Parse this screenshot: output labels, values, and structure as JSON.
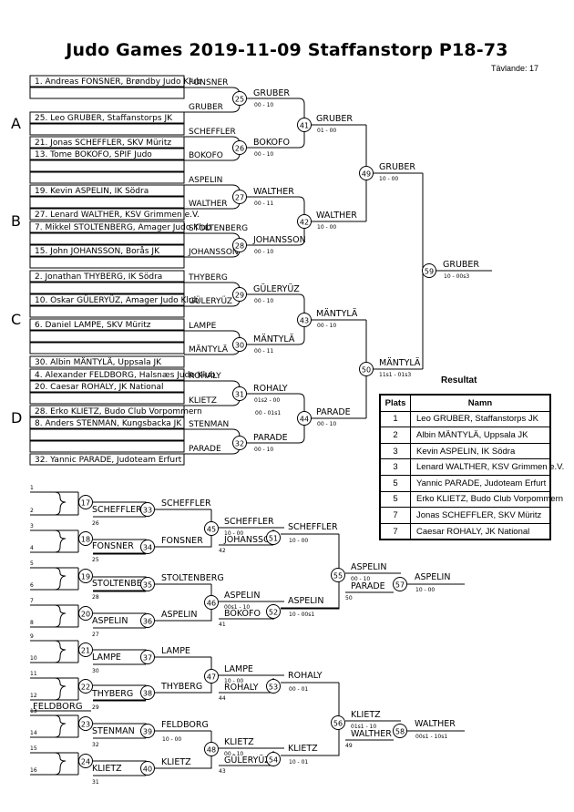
{
  "header": {
    "title": "Judo Games  2019-11-09  Staffanstorp   P18-73",
    "participants": "Tävlande: 17"
  },
  "pools": [
    "A",
    "B",
    "C",
    "D"
  ],
  "entries": [
    "1. Andreas FONSNER, Brøndby Judo Klub",
    "25. Leo GRUBER, Staffanstorps JK",
    "21. Jonas SCHEFFLER, SKV Müritz",
    "13. Tome BOKOFO, SPIF Judo",
    "19. Kevin ASPELIN, IK Södra",
    "27. Lenard WALTHER, KSV Grimmen e.V.",
    "7. Mikkel STOLTENBERG, Amager Judo Klub",
    "15. John JOHANSSON, Borås JK",
    "2. Jonathan THYBERG, IK Södra",
    "10. Oskar GÜLERYÜZ, Amager Judo Klub",
    "6. Daniel LAMPE, SKV Müritz",
    "30. Albin MÄNTYLÄ, Uppsala JK",
    "4. Alexander FELDBORG, Halsnæs Judo Klub",
    "20. Caesar ROHALY, JK National",
    "28. Erko KLIETZ, Budo Club Vorpommern",
    "8. Anders STENMAN, Kungsbacka JK",
    "32. Yannic PARADE, Judoteam Erfurt"
  ],
  "main_names": [
    "FONSNER",
    "GRUBER",
    "SCHEFFLER",
    "BOKOFO",
    "ASPELIN",
    "WALTHER",
    "STOLTENBERG",
    "JOHANSSON",
    "THYBERG",
    "GÜLERYÜZ",
    "LAMPE",
    "MÄNTYLÄ",
    "ROHALY",
    "KLIETZ",
    "STENMAN",
    "PARADE"
  ],
  "main_matches": [
    {
      "no": "25",
      "winner": "GRUBER",
      "score": "00 - 10"
    },
    {
      "no": "26",
      "winner": "BOKOFO",
      "score": "00 - 10"
    },
    {
      "no": "27",
      "winner": "WALTHER",
      "score": "00 - 11"
    },
    {
      "no": "28",
      "winner": "JOHANSSON",
      "score": "00 - 10"
    },
    {
      "no": "29",
      "winner": "GÜLERYÜZ",
      "score": "00 - 10"
    },
    {
      "no": "30",
      "winner": "MÄNTYLÄ",
      "score": "00 - 11"
    },
    {
      "no": "31",
      "winner": "ROHALY",
      "score": "01s2 - 00"
    },
    {
      "no": "32",
      "winner": "PARADE",
      "score": "00 - 10"
    },
    {
      "no": "41",
      "winner": "GRUBER",
      "score": "01 - 00"
    },
    {
      "no": "42",
      "winner": "WALTHER",
      "score": "10 - 00"
    },
    {
      "no": "43",
      "winner": "MÄNTYLÄ",
      "score": "00 - 10"
    },
    {
      "no": "44",
      "winner": "PARADE",
      "score": "00 - 10"
    },
    {
      "no": "49",
      "winner": "GRUBER",
      "score": "10 - 00"
    },
    {
      "no": "50",
      "winner": "MÄNTYLÄ",
      "score": "11s1 - 01s3"
    },
    {
      "no": "59",
      "winner": "GRUBER",
      "score": "10 - 00s3"
    }
  ],
  "main_notes": {
    "m31_extra": "00 - 01s1"
  },
  "repechage": {
    "seeds": [
      "1",
      "2",
      "3",
      "4",
      "5",
      "6",
      "7",
      "8",
      "9",
      "10",
      "11",
      "12",
      "13",
      "14",
      "15",
      "16"
    ],
    "r1_refs": [
      "26",
      "25",
      "28",
      "27",
      "30",
      "29",
      "32",
      "31"
    ],
    "r1_names": [
      "SCHEFFLER",
      "FONSNER",
      "STOLTENBERG",
      "ASPELIN",
      "LAMPE",
      "THYBERG",
      "STENMAN",
      "KLIETZ"
    ],
    "r1_nums": [
      "17",
      "18",
      "19",
      "20",
      "21",
      "22",
      "23",
      "24"
    ],
    "feldborg": "FELDBORG",
    "r2": [
      {
        "no": "33",
        "top": "SCHEFFLER",
        "name": "SCHEFFLER"
      },
      {
        "no": "34",
        "top": "FONSNER",
        "name": "FONSNER"
      },
      {
        "no": "35",
        "top": "STOLTENBERG",
        "name": "STOLTENBERG"
      },
      {
        "no": "36",
        "top": "ASPELIN",
        "name": "ASPELIN"
      },
      {
        "no": "37",
        "top": "LAMPE",
        "name": "LAMPE"
      },
      {
        "no": "38",
        "top": "THYBERG",
        "name": "THYBERG"
      },
      {
        "no": "39",
        "top": "FELDBORG",
        "name": "FELDBORG",
        "score": "10 - 00"
      },
      {
        "no": "40",
        "top": "KLIETZ",
        "name": "KLIETZ"
      }
    ],
    "r3": [
      {
        "no": "45",
        "top": "SCHEFFLER",
        "sc1": "10 - 00",
        "bot": "JOHANSSON",
        "ref": "42"
      },
      {
        "no": "46",
        "top": "ASPELIN",
        "sc1": "00s1 - 10",
        "bot": "BOKOFO",
        "ref": "41"
      },
      {
        "no": "47",
        "top": "LAMPE",
        "sc1": "10 - 00",
        "bot": "ROHALY",
        "ref": "44"
      },
      {
        "no": "48",
        "top": "KLIETZ",
        "sc1": "00 - 10",
        "bot": "GÜLERYÜZ",
        "ref": "43"
      }
    ],
    "r4": [
      {
        "no": "51",
        "name": "SCHEFFLER",
        "score": "10 - 00"
      },
      {
        "no": "52",
        "name": "ASPELIN",
        "score": "10 - 00s1"
      },
      {
        "no": "53",
        "name": "ROHALY",
        "score": "00 - 01"
      },
      {
        "no": "54",
        "name": "KLIETZ",
        "score": "10 - 01"
      }
    ],
    "bronze": [
      {
        "no": "55",
        "top": "ASPELIN",
        "sc1": "00 - 10",
        "bot": "PARADE",
        "ref": "50"
      },
      {
        "no": "56",
        "top": "KLIETZ",
        "sc1": "01s1 - 10",
        "bot": "WALTHER",
        "ref": "49"
      }
    ],
    "finals": [
      {
        "no": "57",
        "name": "ASPELIN",
        "score": "10 - 00"
      },
      {
        "no": "58",
        "name": "WALTHER",
        "score": "00s1 - 10s1"
      }
    ]
  },
  "results": {
    "title": "Resultat",
    "headers": {
      "plats": "Plats",
      "namn": "Namn"
    },
    "rows": [
      {
        "place": "1",
        "name": "Leo GRUBER, Staffanstorps JK"
      },
      {
        "place": "2",
        "name": "Albin MÄNTYLÄ, Uppsala JK"
      },
      {
        "place": "3",
        "name": "Kevin ASPELIN, IK Södra"
      },
      {
        "place": "3",
        "name": "Lenard WALTHER, KSV Grimmen e.V."
      },
      {
        "place": "5",
        "name": "Yannic PARADE, Judoteam Erfurt"
      },
      {
        "place": "5",
        "name": "Erko KLIETZ, Budo Club Vorpommern"
      },
      {
        "place": "7",
        "name": "Jonas SCHEFFLER, SKV Müritz"
      },
      {
        "place": "7",
        "name": "Caesar ROHALY, JK National"
      }
    ]
  }
}
